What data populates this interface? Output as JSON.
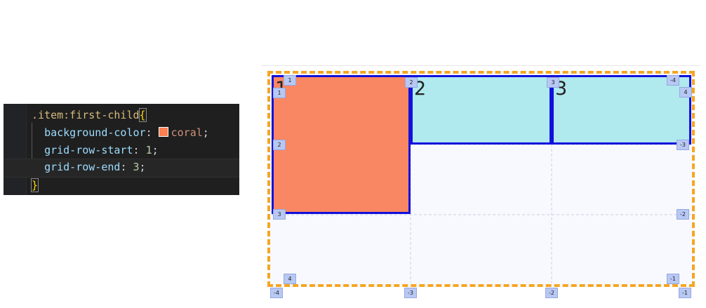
{
  "code": {
    "selector": ".item:first-child",
    "open_brace": "{",
    "close_brace": "}",
    "decls": [
      {
        "prop": "background-color",
        "value": "coral"
      },
      {
        "prop": "grid-row-start",
        "value": "1"
      },
      {
        "prop": "grid-row-end",
        "value": "3"
      }
    ],
    "swatch_color": "#ff7f50"
  },
  "grid": {
    "items": [
      {
        "label": "1",
        "color": "#fa8763"
      },
      {
        "label": "2",
        "color": "#b0e9ee"
      },
      {
        "label": "3",
        "color": "#b0e9ee"
      }
    ],
    "container_border_color": "#f5a623",
    "item_border_color": "#1111dd",
    "badges": {
      "top": [
        "1",
        "2",
        "3",
        "-4"
      ],
      "left": [
        "1",
        "2",
        "3"
      ],
      "right": [
        "4",
        "-3",
        "-2"
      ],
      "bottom_inner": [
        "4",
        "-1"
      ],
      "bottom": [
        "-4",
        "-3",
        "-2",
        "-1"
      ]
    }
  }
}
